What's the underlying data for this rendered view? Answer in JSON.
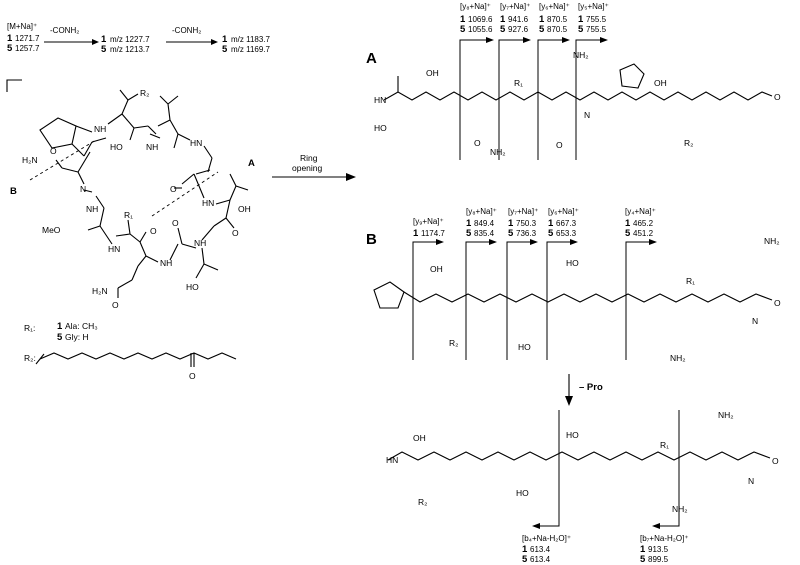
{
  "top_left": {
    "parent_ion": "[M+Na]⁺",
    "parent_1": "1271.7",
    "parent_5": "1257.7",
    "loss1_label": "-CONH₂",
    "loss1_1": "m/z 1227.7",
    "loss1_5": "m/z 1213.7",
    "loss2_label": "-CONH₂",
    "loss2_1": "m/z 1183.7",
    "loss2_5": "m/z 1169.7"
  },
  "ring_opening": {
    "line1": "Ring",
    "line2": "opening"
  },
  "panel_A": {
    "label": "A",
    "ions": [
      {
        "name": "[y₈+Na]⁺",
        "v1": "1069.6",
        "v5": "1055.6"
      },
      {
        "name": "[y₇+Na]⁺",
        "v1": "941.6",
        "v5": "927.6"
      },
      {
        "name": "[y₆+Na]⁺",
        "v1": "870.5",
        "v5": "870.5"
      },
      {
        "name": "[y₅+Na]⁺",
        "v1": "755.5",
        "v5": "755.5"
      }
    ]
  },
  "panel_B": {
    "label": "B",
    "ions": [
      {
        "name": "[y₉+Na]⁺",
        "v1": "1174.7",
        "v5": ""
      },
      {
        "name": "[y₈+Na]⁺",
        "v1": "849.4",
        "v5": "835.4"
      },
      {
        "name": "[y₇+Na]⁺",
        "v1": "750.3",
        "v5": "736.3"
      },
      {
        "name": "[y₆+Na]⁺",
        "v1": "667.3",
        "v5": "653.3"
      },
      {
        "name": "[y₄+Na]⁺",
        "v1": "465.2",
        "v5": "451.2"
      }
    ]
  },
  "pro_loss": "– Pro",
  "bottom_ions": [
    {
      "name": "[b₄+Na-H₂O]⁺",
      "v1": "613.4",
      "v5": "613.4"
    },
    {
      "name": "[b₇+Na-H₂O]⁺",
      "v1": "913.5",
      "v5": "899.5"
    }
  ],
  "legend": {
    "r1": "R₁:",
    "r1_opt1": "Ala: CH₃",
    "r1_opt5": "Gly: H",
    "r2": "R₂:",
    "ketone_o": "O"
  },
  "ring_labels": {
    "A": "A",
    "B": "B",
    "R1": "R₁",
    "R2": "R₂",
    "MeO": "MeO",
    "OH": "OH",
    "HO": "HO",
    "HN": "HN",
    "H2N": "H₂N",
    "NH": "NH",
    "N": "N",
    "O": "O",
    "NH2": "NH₂"
  },
  "compound_1": "1",
  "compound_5": "5"
}
